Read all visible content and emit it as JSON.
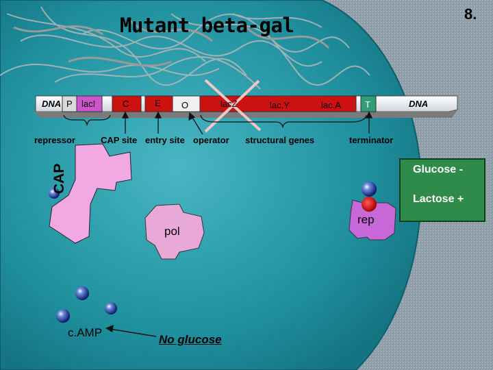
{
  "slide": {
    "title": "Mutant beta-gal",
    "number": "8."
  },
  "dna_strip": {
    "left_label": "DNA",
    "right_label": "DNA",
    "segments": {
      "promoter": "P",
      "lacI": "lacI",
      "cap": "C",
      "entry": "E",
      "operator": "O",
      "lacZ": "lacZ",
      "lacY": "lac.Y",
      "lacA": "lac.A",
      "terminator": "T"
    }
  },
  "annotations": {
    "repressor": "repressor",
    "cap_site": "CAP site",
    "entry_site": "entry site",
    "operator": "operator",
    "structural_genes": "structural genes",
    "terminator": "terminator"
  },
  "molecules": {
    "cap": "CAP",
    "pol": "pol",
    "rep": "rep",
    "camp": "c.AMP"
  },
  "caption": "No glucose",
  "status": {
    "glucose": "Glucose -",
    "lactose": "Lactose +"
  },
  "colors": {
    "background": "#1f8f9e",
    "dna_strip": "#ffffff",
    "lacI": "#cc55cc",
    "promoter": "#d9d9d9",
    "cap_site": "#cc1111",
    "operator": "#cc1111",
    "lac_genes": "#cc1111",
    "terminator": "#2f9e77",
    "cap_protein": "#f2a8e2",
    "pol": "#e8a8d8",
    "rep": "#c868d8",
    "status_box": "#2e8b4a"
  }
}
